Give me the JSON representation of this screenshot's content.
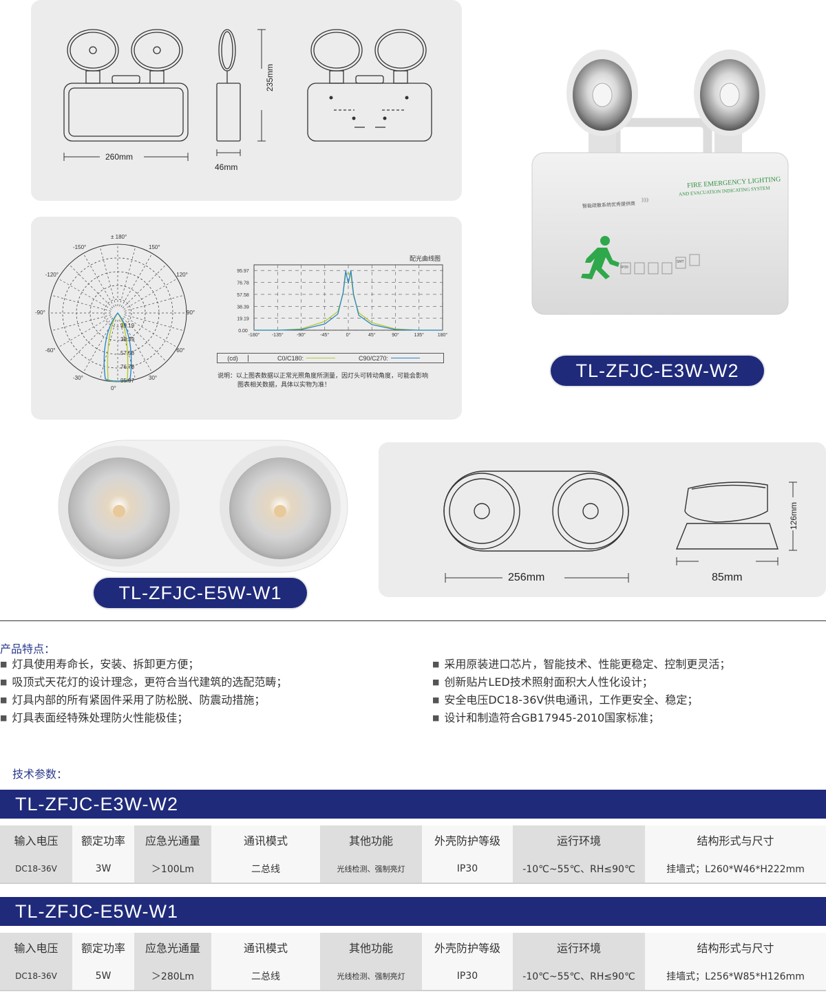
{
  "dims": {
    "w2_width": "260mm",
    "w2_height": "235mm",
    "w2_depth": "46mm",
    "w1_width": "256mm",
    "w1_height": "126mm",
    "w1_depth": "85mm"
  },
  "photometric": {
    "polar": {
      "angle_labels": [
        "± 180°",
        "150°",
        "-150°",
        "120°",
        "-120°",
        "90°",
        "-90°",
        "60°",
        "-60°",
        "30°",
        "-30°",
        "0°"
      ],
      "radial_labels": [
        "19.19",
        "38.39",
        "57.58",
        "76.78",
        "95.97"
      ]
    },
    "chart_data": {
      "type": "line",
      "title": "配光曲线图",
      "x": [
        -180,
        -135,
        -90,
        -45,
        -20,
        -10,
        -5,
        0,
        5,
        10,
        20,
        45,
        90,
        135,
        180
      ],
      "x_tick_labels": [
        "-180°",
        "-135°",
        "-90°",
        "-45°",
        "0°",
        "45°",
        "90°",
        "135°",
        "180°"
      ],
      "y_tick_labels": [
        "0.00",
        "19.19",
        "38.39",
        "57.58",
        "76.78",
        "95.97"
      ],
      "ylim": [
        0,
        105
      ],
      "xlim": [
        -180,
        180
      ],
      "grid": true,
      "series": [
        {
          "name": "C0/C180:",
          "color": "#b8c92a",
          "values": [
            0,
            0,
            2,
            14,
            30,
            58,
            90,
            92,
            88,
            55,
            28,
            12,
            2,
            0,
            0
          ]
        },
        {
          "name": "C90/C270:",
          "color": "#2a86c8",
          "values": [
            0,
            0,
            1,
            10,
            26,
            60,
            95,
            75,
            96,
            58,
            24,
            9,
            1,
            0,
            0
          ]
        }
      ],
      "legend_unit": "(cd)"
    },
    "note_line1": "说明：以上图表数据以正常光照角度所测量，因灯头可转动角度，可能会影响",
    "note_line2": "图表相关数据，具体以实物为准！"
  },
  "product_photo": {
    "fire_title": "FIRE EMERGENCY LIGHTING",
    "fire_subtitle": "AND EVACUATION INDICATING SYSTEM",
    "cn_slogan": "智能疏散系统优秀提供商",
    "arrows": "》》》",
    "badges": [
      "IP30",
      "",
      "",
      "",
      "SMT",
      ""
    ]
  },
  "models": {
    "w2": "TL-ZFJC-E3W-W2",
    "w1": "TL-ZFJC-E5W-W1"
  },
  "features": {
    "title": "产品特点：",
    "left": [
      "灯具使用寿命长，安装、拆卸更方便；",
      "吸顶式天花灯的设计理念，更符合当代建筑的选配范畴；",
      "灯具内部的所有紧固件采用了防松脱、防震动措施；",
      "灯具表面经特殊处理防火性能极佳；"
    ],
    "right": [
      "采用原装进口芯片，智能技术、性能更稳定、控制更灵活；",
      "创新贴片LED技术照射面积大人性化设计；",
      "安全电压DC18-36V供电通讯，工作更安全、稳定；",
      "设计和制造符合GB17945-2010国家标准；"
    ]
  },
  "specs": {
    "title": "技术参数：",
    "headers": [
      "输入电压",
      "额定功率",
      "应急光通量",
      "通讯模式",
      "其他功能",
      "外壳防护等级",
      "运行环境",
      "结构形式与尺寸"
    ],
    "tables": [
      {
        "model": "TL-ZFJC-E3W-W2",
        "values": [
          "DC18-36V",
          "3W",
          "＞100Lm",
          "二总线",
          "光线检测、强制亮灯",
          "IP30",
          "-10℃~55℃、RH≤90℃",
          "挂墙式；L260*W46*H222mm"
        ]
      },
      {
        "model": "TL-ZFJC-E5W-W1",
        "values": [
          "DC18-36V",
          "5W",
          "＞280Lm",
          "二总线",
          "光线检测、强制亮灯",
          "IP30",
          "-10℃~55℃、RH≤90℃",
          "挂墙式；L256*W85*H126mm"
        ]
      }
    ]
  }
}
